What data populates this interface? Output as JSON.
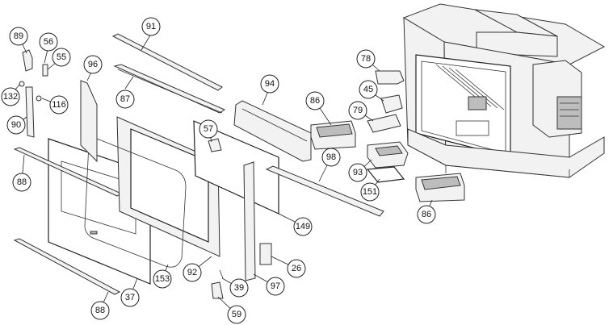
{
  "diagram": {
    "type": "exploded-parts-view",
    "callouts": [
      {
        "label": "89"
      },
      {
        "label": "56"
      },
      {
        "label": "55"
      },
      {
        "label": "91"
      },
      {
        "label": "96"
      },
      {
        "label": "132"
      },
      {
        "label": "116"
      },
      {
        "label": "87"
      },
      {
        "label": "90"
      },
      {
        "label": "94"
      },
      {
        "label": "78"
      },
      {
        "label": "45"
      },
      {
        "label": "86"
      },
      {
        "label": "79"
      },
      {
        "label": "57"
      },
      {
        "label": "88"
      },
      {
        "label": "98"
      },
      {
        "label": "93"
      },
      {
        "label": "151"
      },
      {
        "label": "86"
      },
      {
        "label": "149"
      },
      {
        "label": "26"
      },
      {
        "label": "92"
      },
      {
        "label": "153"
      },
      {
        "label": "39"
      },
      {
        "label": "97"
      },
      {
        "label": "37"
      },
      {
        "label": "88"
      },
      {
        "label": "59"
      }
    ]
  }
}
